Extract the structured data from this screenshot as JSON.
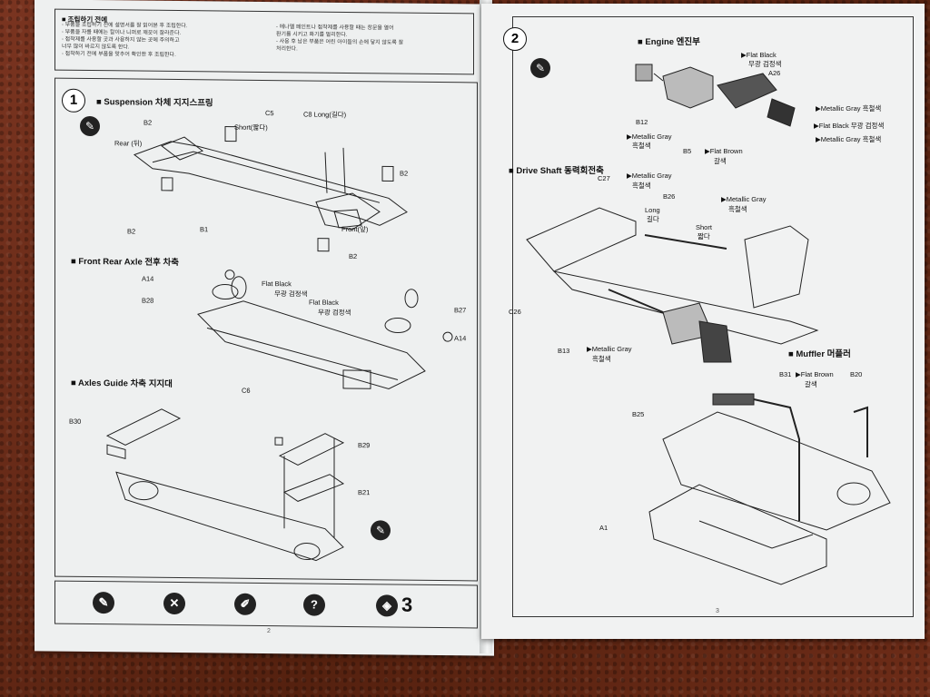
{
  "left_page": {
    "notes_title": "■ 조립하기 전에",
    "notes_col1": [
      "- 부품을 조립하기 전에 설명서를 잘 읽어본 후 조립한다.",
      "- 부품을 자를 때에는 칼이나 니퍼로 깨끗이 잘라준다.",
      "- 접착제를 사용할 곳과 사용하지 않는 곳에 주의하고",
      "  너무 많이 바르지 않도록 한다.",
      "- 접착하기 전에 부품을 맞추어 확인한 후 조립한다."
    ],
    "notes_col2": [
      "- 에나멜 페인트나 접착제를 사용할 때는 창문을 열어",
      "  환기를 시키고 화기를 멀리한다.",
      "- 사용 후 남은 부품은 어린 아이들의 손에 닿지 않도록 잘",
      "  처리한다."
    ],
    "step_number": "1",
    "sections": {
      "suspension": "■ Suspension  차체 지지스프링",
      "front_rear_axle": "■ Front  Rear  Axle  전후 차축",
      "axles_guide": "■ Axles  Guide  차축 지지대"
    },
    "labels": {
      "b2_a": "B2",
      "rear": "Rear (뒤)",
      "c5": "C5",
      "short": "Short(짧다)",
      "c8_long": "C8  Long(길다)",
      "b2_b": "B2",
      "b2_c": "B2",
      "b1": "B1",
      "front": "Front(앞)",
      "b2_d": "B2",
      "a14_a": "A14",
      "b28": "B28",
      "flat_black_a": "Flat Black",
      "flat_black_a_ko": "무광 검정색",
      "flat_black_b": "Flat Black",
      "flat_black_b_ko": "무광 검정색",
      "b27": "B27",
      "a14_b": "A14",
      "c6": "C6",
      "b30": "B30",
      "b29": "B29",
      "b21": "B21"
    },
    "legend_icons": [
      "glue-icon",
      "no-glue-icon",
      "paint-icon",
      "question-icon",
      "parts-icon"
    ],
    "legend_number": "3",
    "page_number": "2"
  },
  "right_page": {
    "step_number": "2",
    "sections": {
      "engine": "■ Engine  엔진부",
      "drive_shaft": "■ Drive  Shaft  동력회전축",
      "muffler": "■ Muffler  머플러"
    },
    "labels": {
      "flat_black": "▶Flat Black",
      "flat_black_ko": "무광 검정색",
      "a26": "A26",
      "metallic_gray_a": "▶Metallic Gray  흑철색",
      "flat_black_2": "▶Flat Black  무광 검정색",
      "metallic_gray_b": "▶Metallic Gray  흑철색",
      "b12": "B12",
      "metallic_gray_c": "▶Metallic Gray",
      "metallic_gray_c_ko": "흑철색",
      "b5": "B5",
      "flat_brown": "▶Flat Brown",
      "flat_brown_ko": "갈색",
      "c27": "C27",
      "metallic_gray_d": "▶Metallic Gray",
      "metallic_gray_d_ko": "흑철색",
      "b26": "B26",
      "metallic_gray_e": "▶Metallic Gray",
      "metallic_gray_e_ko": "흑철색",
      "long": "Long",
      "long_ko": "길다",
      "short": "Short",
      "short_ko": "짧다",
      "c26": "C26",
      "b13": "B13",
      "metallic_gray_f": "▶Metallic Gray",
      "metallic_gray_f_ko": "흑철색",
      "b31": "B31",
      "flat_brown_2": "▶Flat Brown",
      "flat_brown_2_ko": "갈색",
      "b20": "B20",
      "b25": "B25",
      "a1": "A1"
    },
    "page_number": "3"
  }
}
